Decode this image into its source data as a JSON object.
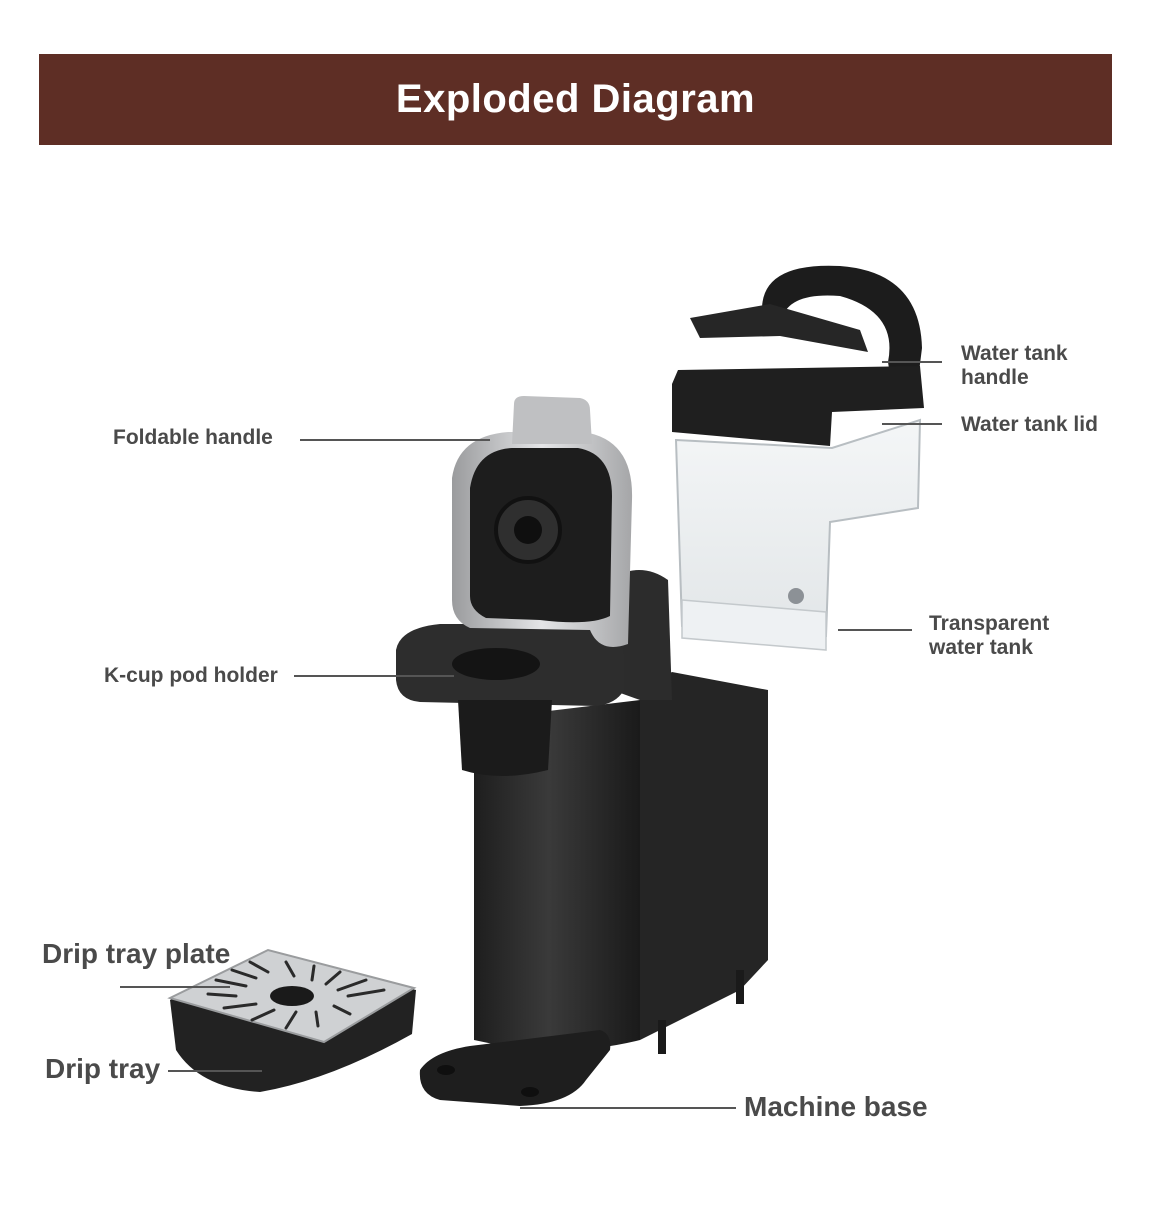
{
  "title": "Exploded Diagram",
  "colors": {
    "banner": "#5e2e25",
    "text": "#4a4a4a",
    "body": "#2a2a2a",
    "silver": "#c9cacc"
  },
  "labels": {
    "water_tank_handle_1": "Water tank",
    "water_tank_handle_2": "handle",
    "water_tank_lid": "Water tank lid",
    "foldable_handle": "Foldable handle",
    "transparent_water_tank_1": "Transparent",
    "transparent_water_tank_2": "water tank",
    "k_cup_pod_holder": "K-cup pod holder",
    "drip_tray_plate": "Drip tray plate",
    "drip_tray": "Drip tray",
    "machine_base": "Machine base"
  }
}
